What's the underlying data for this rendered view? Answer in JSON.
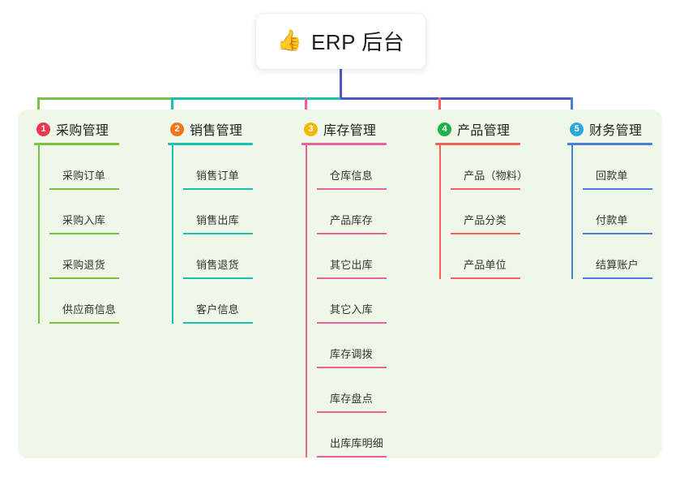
{
  "root": {
    "emoji": "👍",
    "emoji_name": "thumbs-up-icon",
    "title": "ERP 后台"
  },
  "palette": {
    "panel_bg": "#eef7e8",
    "root_card_bg": "#ffffff",
    "trunk": "#4a56c4"
  },
  "branches": [
    {
      "index": "1",
      "title": "采购管理",
      "badge_color": "#e8384f",
      "line_color": "#7ac143",
      "connector_color": "#7ac143",
      "items": [
        "采购订单",
        "采购入库",
        "采购退货",
        "供应商信息"
      ]
    },
    {
      "index": "2",
      "title": "销售管理",
      "badge_color": "#f0761e",
      "line_color": "#18c2b0",
      "connector_color": "#18c2b0",
      "items": [
        "销售订单",
        "销售出库",
        "销售退货",
        "客户信息"
      ]
    },
    {
      "index": "3",
      "title": "库存管理",
      "badge_color": "#f5b800",
      "line_color": "#ea5fa0",
      "connector_color": "#ea5fa0",
      "items": [
        "仓库信息",
        "产品库存",
        "其它出库",
        "其它入库",
        "库存调拨",
        "库存盘点",
        "出库库明细"
      ]
    },
    {
      "index": "4",
      "title": "产品管理",
      "badge_color": "#1cb34e",
      "line_color": "#f66254",
      "connector_color": "#f66254",
      "items": [
        "产品（物料）",
        "产品分类",
        "产品单位"
      ]
    },
    {
      "index": "5",
      "title": "财务管理",
      "badge_color": "#29a8e0",
      "line_color": "#4a7fd4",
      "connector_color": "#4a7fd4",
      "items": [
        "回款单",
        "付款单",
        "结算账户"
      ]
    }
  ]
}
